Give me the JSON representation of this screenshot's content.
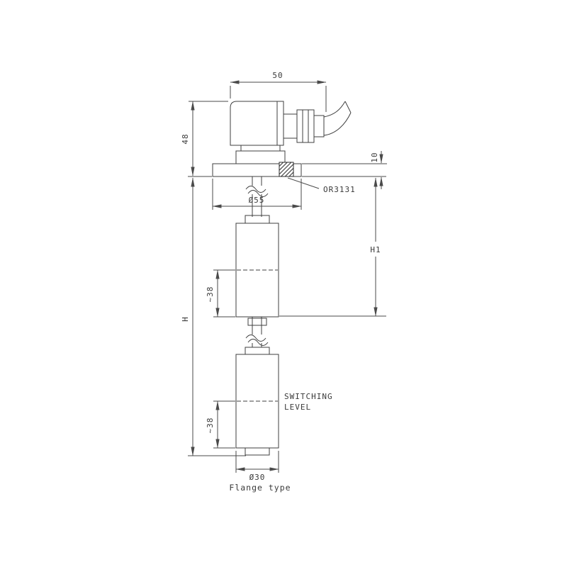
{
  "drawing": {
    "caption": "Flange type",
    "labels": {
      "dim_top_width": "50",
      "dim_connector_height": "48",
      "dim_flange_thickness": "10",
      "oring": "OR3131",
      "dim_flange_diameter": "Ø55",
      "dim_h1": "H1",
      "dim_h": "H",
      "dim_float1_length": "~38",
      "dim_float2_length": "~38",
      "switching_level": [
        "SWITCHING",
        "LEVEL"
      ],
      "dim_float_diameter": "Ø30"
    },
    "colors": {
      "line": "#3f3f3f",
      "text": "#3a3a3a",
      "background": "#ffffff"
    }
  }
}
